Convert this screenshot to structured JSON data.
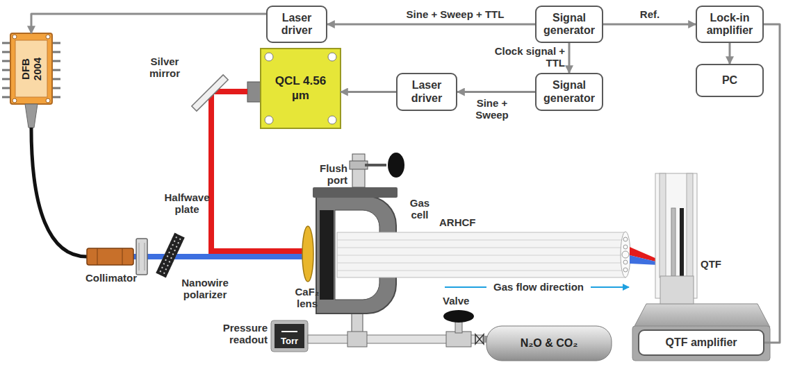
{
  "diagram": {
    "nodes": [
      {
        "text": [
          "Laser driver"
        ]
      },
      {
        "text": [
          "Signal generator"
        ]
      },
      {
        "text": [
          "Lock-in amplifier"
        ]
      },
      {
        "text": [
          "Signal generator"
        ]
      },
      {
        "text": [
          "PC"
        ]
      },
      {
        "text": [
          "Laser driver"
        ]
      },
      {
        "text": [
          "QTF amplifier"
        ]
      },
      {
        "text": [
          "DFB 2004"
        ]
      },
      {
        "text": [
          "QCL 4.56 µm"
        ]
      },
      {
        "text": [
          "Pressure readout",
          "Torr"
        ]
      },
      {
        "text": [
          "N₂O & CO₂"
        ]
      }
    ],
    "edges": [
      {
        "from": 1,
        "to": 0,
        "arrow": "to",
        "label": "Sine + Sweep + TTL"
      },
      {
        "from": 0,
        "to": 7,
        "arrow": "to"
      },
      {
        "from": 1,
        "to": 2,
        "arrow": "to",
        "label": "Ref."
      },
      {
        "from": 1,
        "to": 3,
        "arrow": "to",
        "label": "Clock signal + TTL"
      },
      {
        "from": 3,
        "to": 5,
        "arrow": "to",
        "label": "Sine + Sweep"
      },
      {
        "from": 5,
        "to": 8,
        "arrow": "to"
      },
      {
        "from": 2,
        "to": 4,
        "arrow": "to"
      },
      {
        "from": 6,
        "to": 2,
        "arrow": "none"
      }
    ],
    "labels": [
      "Silver mirror",
      "Halfwave plate",
      "Collimator",
      "Nanowire polarizer",
      "CaF₂ lens",
      "Flush port",
      "Gas cell",
      "ARHCF",
      "Gas flow direction",
      "QTF",
      "Valve"
    ]
  }
}
